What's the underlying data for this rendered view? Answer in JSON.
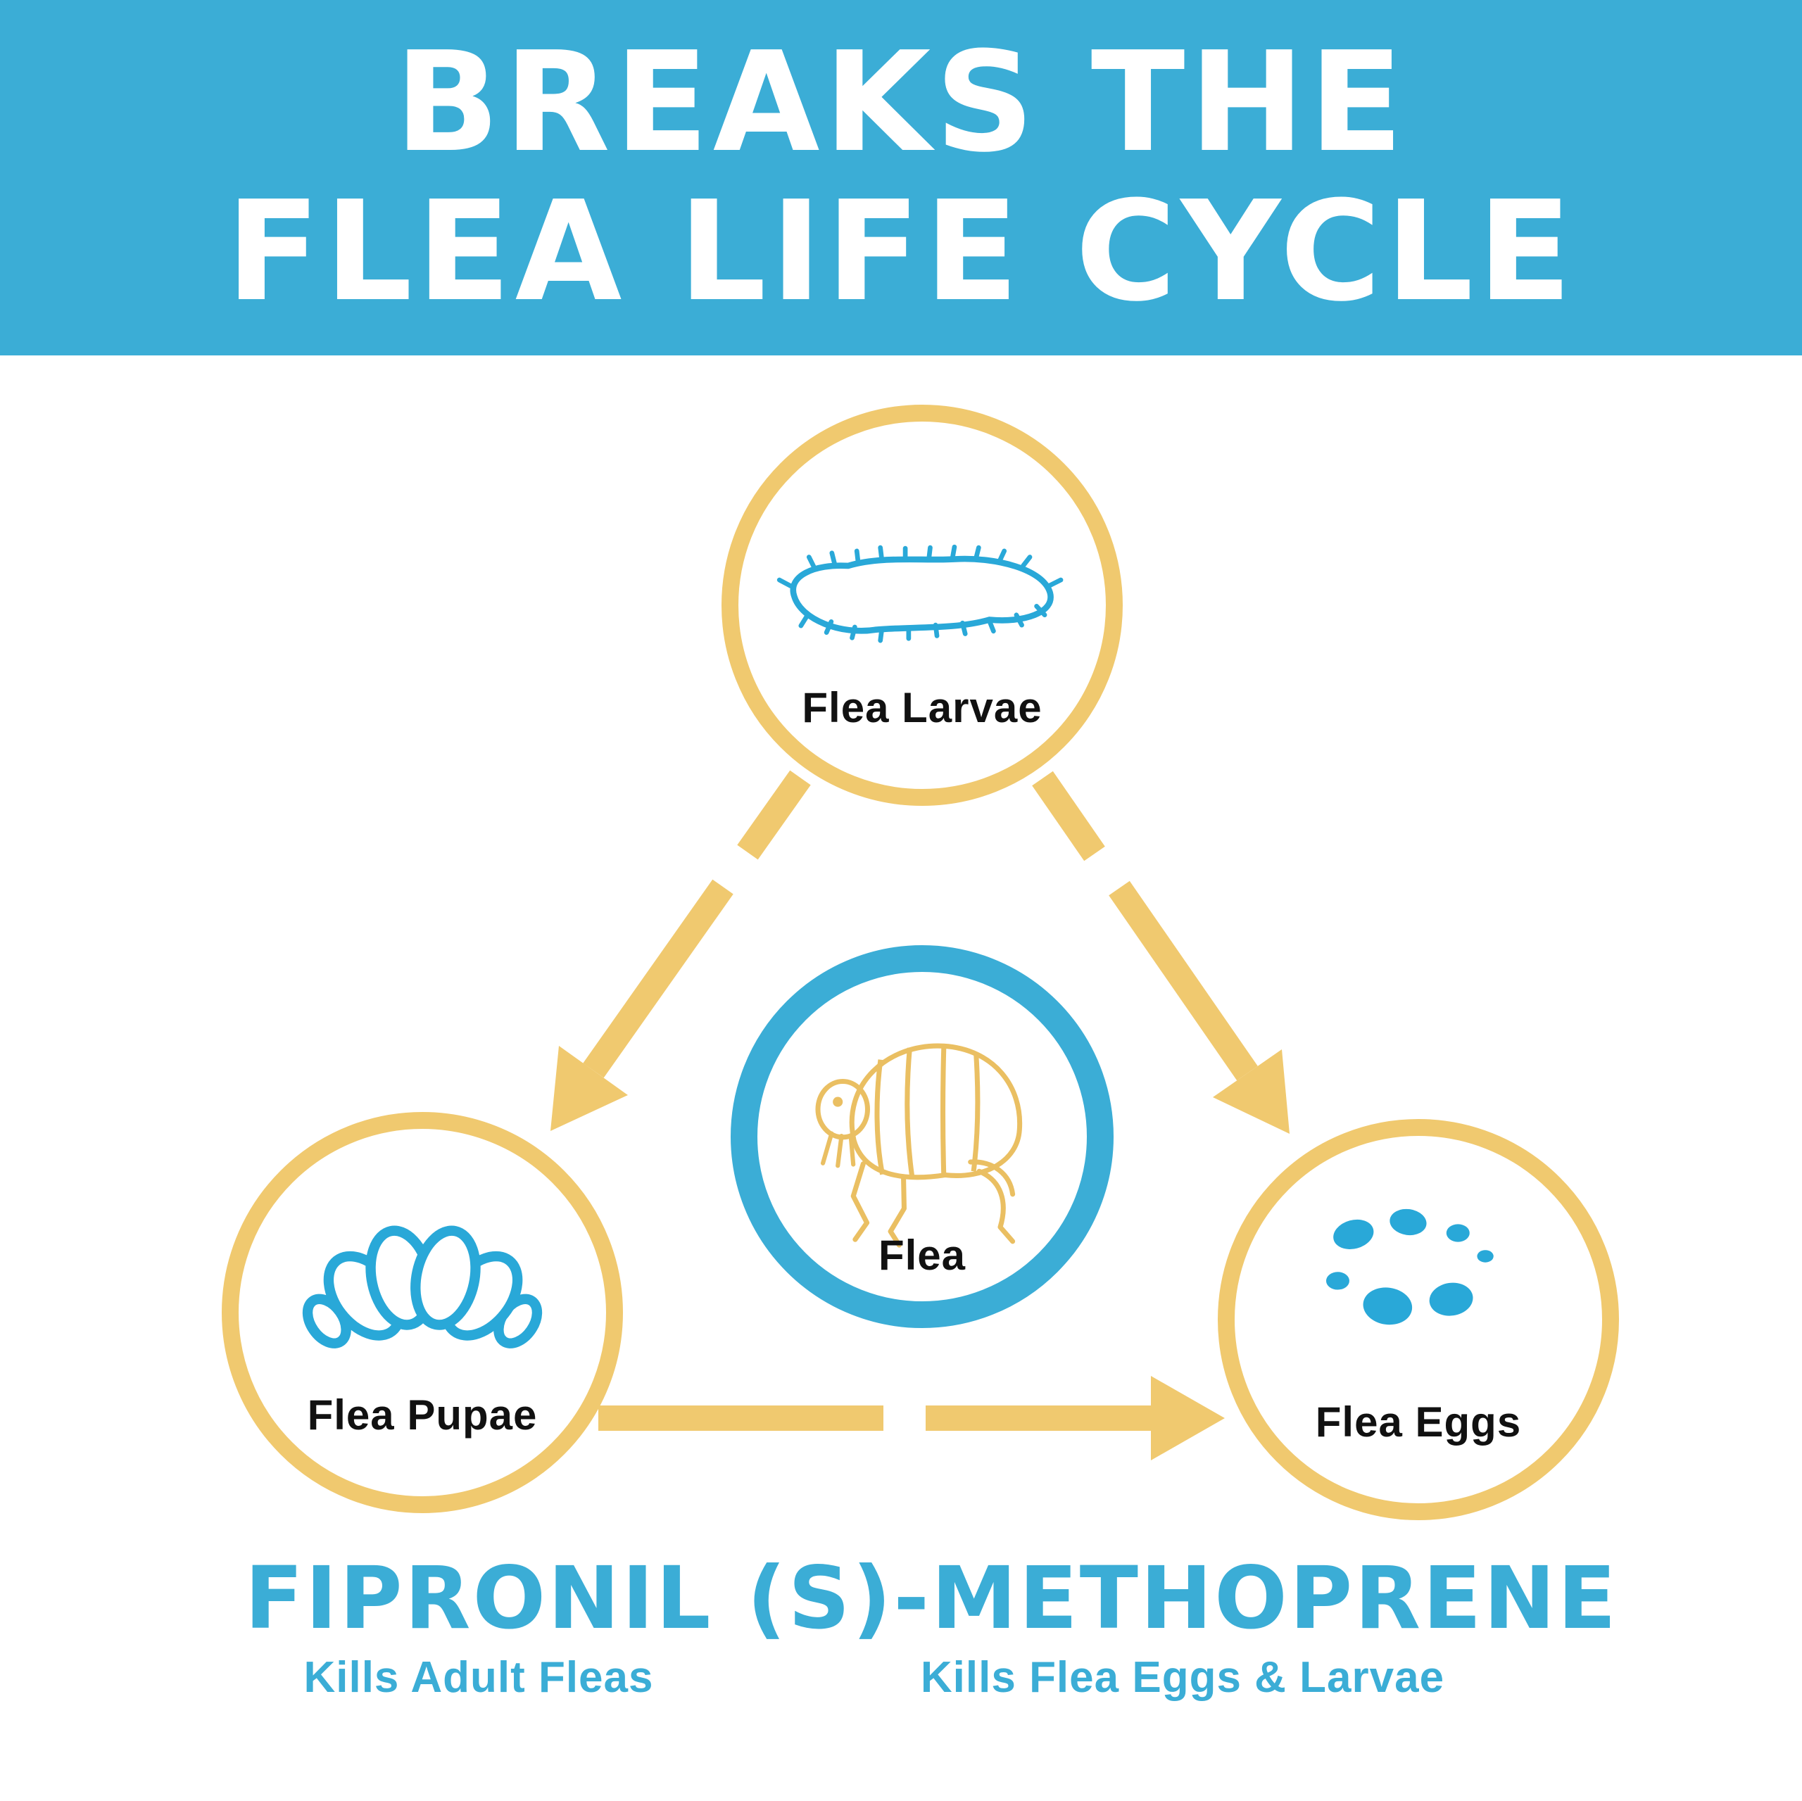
{
  "banner": {
    "line1": "BREAKS THE",
    "line2": "FLEA LIFE CYCLE"
  },
  "diagram": {
    "nodes": [
      {
        "id": "flea-larvae",
        "label": "Flea Larvae",
        "icon": "flea-larvae-icon"
      },
      {
        "id": "flea",
        "label": "Flea",
        "icon": "flea-icon"
      },
      {
        "id": "flea-pupae",
        "label": "Flea Pupae",
        "icon": "flea-pupae-icon"
      },
      {
        "id": "flea-eggs",
        "label": "Flea Eggs",
        "icon": "flea-eggs-icon"
      }
    ],
    "arrows": [
      {
        "id": "larvae-to-pupae"
      },
      {
        "id": "larvae-to-eggs"
      },
      {
        "id": "pupae-to-eggs"
      }
    ]
  },
  "footer": {
    "left": {
      "title": "FIPRONIL",
      "subtitle": "Kills Adult Fleas"
    },
    "right": {
      "title": "(S)-METHOPRENE",
      "subtitle": "Kills Flea Eggs & Larvae"
    }
  },
  "colors": {
    "banner_blue": "#3badd6",
    "cycle_yellow": "#f0c96f",
    "icon_blue": "#29a8d8",
    "flea_gold": "#eabf62",
    "label_dark": "#111111",
    "background": "#ffffff"
  }
}
